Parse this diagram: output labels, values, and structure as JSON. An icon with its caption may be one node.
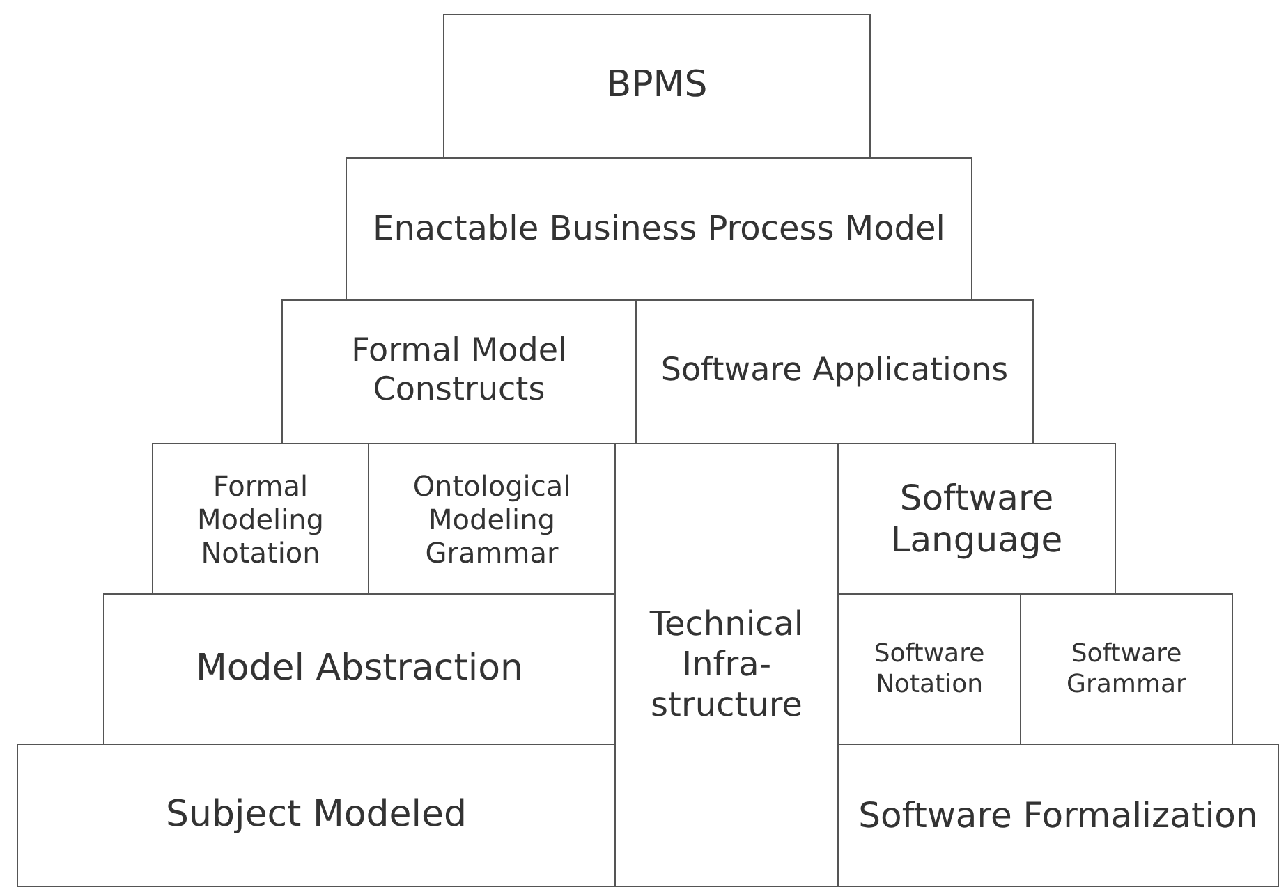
{
  "diagram": {
    "nodes": [
      {
        "text": [
          "BPMS"
        ]
      },
      {
        "text": [
          "Enactable Business Process Model"
        ]
      },
      {
        "text": [
          "Formal Model Constructs"
        ]
      },
      {
        "text": [
          "Software Applications"
        ]
      },
      {
        "text": [
          "Formal Modeling Notation"
        ]
      },
      {
        "text": [
          "Ontological Modeling Grammar"
        ]
      },
      {
        "text": [
          "Technical Infra-structure"
        ]
      },
      {
        "text": [
          "Software Language"
        ]
      },
      {
        "text": [
          "Model Abstraction"
        ]
      },
      {
        "text": [
          "Software Notation"
        ]
      },
      {
        "text": [
          "Software Grammar"
        ]
      },
      {
        "text": [
          "Subject Modeled"
        ]
      },
      {
        "text": [
          "Software Formalization"
        ]
      }
    ]
  }
}
